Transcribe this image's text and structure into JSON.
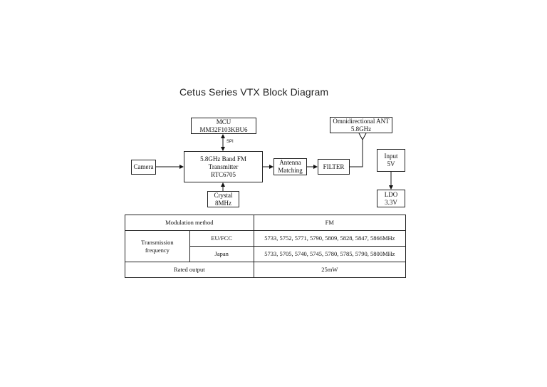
{
  "title": "Cetus Series VTX Block Diagram",
  "blocks": {
    "mcu": {
      "line1": "MCU",
      "line2": "MM32F103KBU6"
    },
    "transmitter": {
      "line1": "5.8GHz Band FM",
      "line2": "Transmitter",
      "line3": "RTC6705"
    },
    "camera": {
      "line1": "Camera"
    },
    "antenna_matching": {
      "line1": "Antenna",
      "line2": "Matching"
    },
    "filter": {
      "line1": "FILTER"
    },
    "antenna": {
      "line1": "Omnidirectional ANT",
      "line2": "5.8GHz"
    },
    "crystal": {
      "line1": "Crystal",
      "line2": "8MHz"
    },
    "input": {
      "line1": "Input",
      "line2": "5V"
    },
    "ldo": {
      "line1": "LDO",
      "line2": "3.3V"
    }
  },
  "links": {
    "spi_label": "SPI"
  },
  "spec_table": {
    "modulation_label": "Modulation method",
    "modulation_value": "FM",
    "transmission_label_line1": "Transmission",
    "transmission_label_line2": "frequency",
    "region_eu": "EU/FCC",
    "freq_eu": "5733, 5752, 5771, 5790, 5809, 5828, 5847, 5866MHz",
    "region_japan": "Japan",
    "freq_japan": "5733, 5705, 5740, 5745, 5780, 5785, 5790, 5800MHz",
    "rated_output_label": "Rated output",
    "rated_output_value": "25mW"
  }
}
